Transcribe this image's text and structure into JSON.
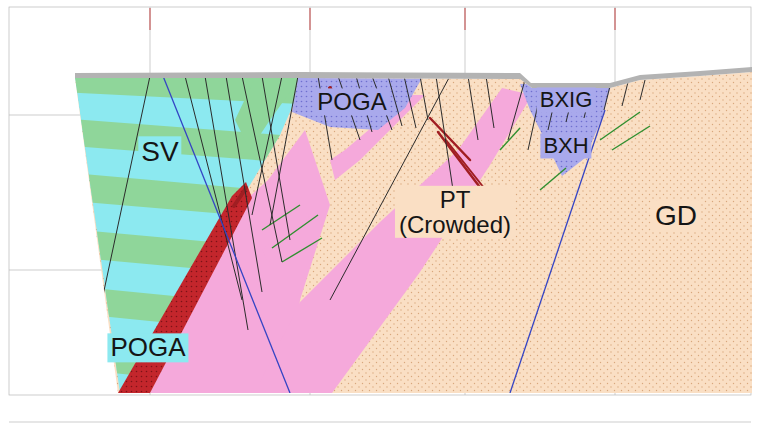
{
  "diagram": {
    "labels": [
      "SV",
      "POGA",
      "BXIG",
      "BXH",
      "PT (Crowded)",
      "GD",
      "POGA"
    ]
  }
}
